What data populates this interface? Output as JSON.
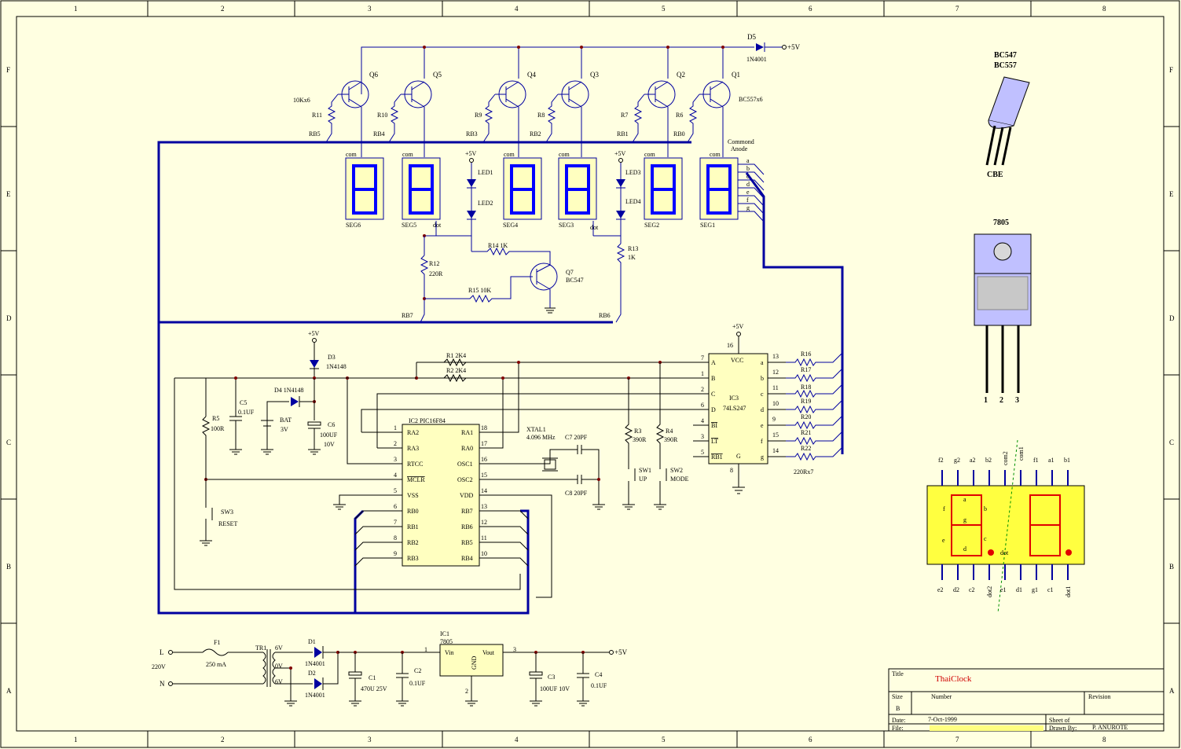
{
  "frame": {
    "col_labels": [
      "1",
      "2",
      "3",
      "4",
      "5",
      "6",
      "7",
      "8"
    ],
    "row_labels": [
      "F",
      "E",
      "D",
      "C",
      "B",
      "A"
    ]
  },
  "transistors": {
    "q1": "Q1",
    "q2": "Q2",
    "q3": "Q3",
    "q4": "Q4",
    "q5": "Q5",
    "q6": "Q6",
    "q7": "Q7",
    "q7_part": "BC547",
    "pnp_part": "BC557x6"
  },
  "resistors": {
    "r6": "R6",
    "r7": "R7",
    "r8": "R8",
    "r9": "R9",
    "r10": "R10",
    "r11": "R11",
    "base_value": "10Kx6",
    "r12": "R12",
    "r12_val": "220R",
    "r13": "R13",
    "r13_val": "1K",
    "r14": "R14  1K",
    "r15": "R15  10K",
    "r1": "R1  2K4",
    "r2": "R2  2K4",
    "r3": "R3",
    "r3_val": "390R",
    "r4": "R4",
    "r4_val": "390R",
    "r5": "R5",
    "r5_val": "100R",
    "seg_res": [
      "R16",
      "R17",
      "R18",
      "R19",
      "R20",
      "R21",
      "R22"
    ],
    "seg_res_val": "220Rx7"
  },
  "nets": {
    "rb0": "RB0",
    "rb1": "RB1",
    "rb2": "RB2",
    "rb3": "RB3",
    "rb4": "RB4",
    "rb5": "RB5",
    "rb6": "RB6",
    "rb7": "RB7",
    "vcc": "+5V"
  },
  "displays": {
    "seg_labels": [
      "SEG6",
      "SEG5",
      "SEG4",
      "SEG3",
      "SEG2",
      "SEG1"
    ],
    "com": "com",
    "dot": "dot",
    "anode_line1": "Commond",
    "anode_line2": "Anode",
    "seg_letters": [
      "a",
      "b",
      "c",
      "d",
      "e",
      "f",
      "g"
    ]
  },
  "leds": {
    "led1": "LED1",
    "led2": "LED2",
    "led3": "LED3",
    "led4": "LED4"
  },
  "diodes": {
    "d5": "D5",
    "d5_part": "1N4001",
    "d3": "D3",
    "d3_part": "1N4148",
    "d4": "D4  1N4148",
    "d1": "D1",
    "d1_part": "1N4001",
    "d2": "D2",
    "d2_part": "1N4001"
  },
  "ic2": {
    "name": "IC2  PIC16F84",
    "left_pins": [
      {
        "num": "1",
        "name": "RA2"
      },
      {
        "num": "2",
        "name": "RA3"
      },
      {
        "num": "3",
        "name": "RTCC"
      },
      {
        "num": "4",
        "name": "MCLR"
      },
      {
        "num": "5",
        "name": "VSS"
      },
      {
        "num": "6",
        "name": "RB0"
      },
      {
        "num": "7",
        "name": "RB1"
      },
      {
        "num": "8",
        "name": "RB2"
      },
      {
        "num": "9",
        "name": "RB3"
      }
    ],
    "right_pins": [
      {
        "num": "18",
        "name": "RA1"
      },
      {
        "num": "17",
        "name": "RA0"
      },
      {
        "num": "16",
        "name": "OSC1"
      },
      {
        "num": "15",
        "name": "OSC2"
      },
      {
        "num": "14",
        "name": "VDD"
      },
      {
        "num": "13",
        "name": "RB7"
      },
      {
        "num": "12",
        "name": "RB6"
      },
      {
        "num": "11",
        "name": "RB5"
      },
      {
        "num": "10",
        "name": "RB4"
      }
    ]
  },
  "ic3": {
    "name": "IC3",
    "part": "74LS247",
    "vcc": "VCC",
    "gnd": "G",
    "pin16": "16",
    "pin8": "8",
    "left_pins": [
      {
        "num": "7",
        "name": "A"
      },
      {
        "num": "1",
        "name": "B"
      },
      {
        "num": "2",
        "name": "C"
      },
      {
        "num": "6",
        "name": "D"
      },
      {
        "num": "4",
        "name": "BI"
      },
      {
        "num": "3",
        "name": "LT"
      },
      {
        "num": "5",
        "name": "RB1"
      }
    ],
    "right_pins": [
      {
        "num": "13",
        "name": "a"
      },
      {
        "num": "12",
        "name": "b"
      },
      {
        "num": "11",
        "name": "c"
      },
      {
        "num": "10",
        "name": "d"
      },
      {
        "num": "9",
        "name": "e"
      },
      {
        "num": "15",
        "name": "f"
      },
      {
        "num": "14",
        "name": "g"
      }
    ]
  },
  "crystal": {
    "name": "XTAL1",
    "freq": "4.096 MHz",
    "c7": "C7  20PF",
    "c8": "C8  20PF"
  },
  "caps": {
    "c5": "C5",
    "c5_val": "0.1UF",
    "bat": "BAT",
    "bat_val": "3V",
    "c6": "C6",
    "c6_val": "100UF",
    "c6_v": "10V",
    "c1": "C1",
    "c1_val": "470U 25V",
    "c2": "C2",
    "c2_val": "0.1UF",
    "c3": "C3",
    "c3_val": "100UF 10V",
    "c4": "C4",
    "c4_val": "0.1UF"
  },
  "switches": {
    "sw1": "SW1",
    "sw1_lbl": "UP",
    "sw2": "SW2",
    "sw2_lbl": "MODE",
    "sw3": "SW3",
    "sw3_lbl": "RESET"
  },
  "power": {
    "l": "L",
    "n": "N",
    "v220": "220V",
    "f1": "F1",
    "f1_val": "250 mA",
    "tr1": "TR1",
    "v6a": "6V",
    "v0": "0V",
    "v6b": "6V",
    "ic1": "IC1",
    "ic1_part": "7805",
    "vin": "Vin",
    "vout": "Vout",
    "gnd": "GND",
    "pin1": "1",
    "pin2": "2",
    "pin3": "3",
    "out": "+5V"
  },
  "packages": {
    "bc_line1": "BC547",
    "bc_line2": "BC557",
    "cbe": "CBE",
    "reg": "7805",
    "reg_pins": [
      "1",
      "2",
      "3"
    ]
  },
  "dual_display": {
    "top_pins": [
      "f2",
      "g2",
      "a2",
      "b2",
      "com2",
      "com1",
      "f1",
      "a1",
      "b1"
    ],
    "bottom_pins": [
      "e2",
      "d2",
      "c2",
      "dot2",
      "e1",
      "d1",
      "g1",
      "c1",
      "dot1"
    ],
    "inner": [
      "a",
      "f",
      "b",
      "g",
      "e",
      "c",
      "d",
      "dot"
    ]
  },
  "title_block": {
    "title_label": "Title",
    "title": "ThaiClock",
    "size_label": "Size",
    "size": "B",
    "number_label": "Number",
    "revision_label": "Revision",
    "date_label": "Date:",
    "date": "7-Oct-1999",
    "sheet_label": "Sheet    of",
    "file_label": "File:",
    "drawn_label": "Drawn By:",
    "drawn": "P. ANUROTE"
  },
  "colors": {
    "wire": "#0000a0",
    "segment": "#0000ff",
    "background": "#ffffe1",
    "title": "#d00000"
  }
}
